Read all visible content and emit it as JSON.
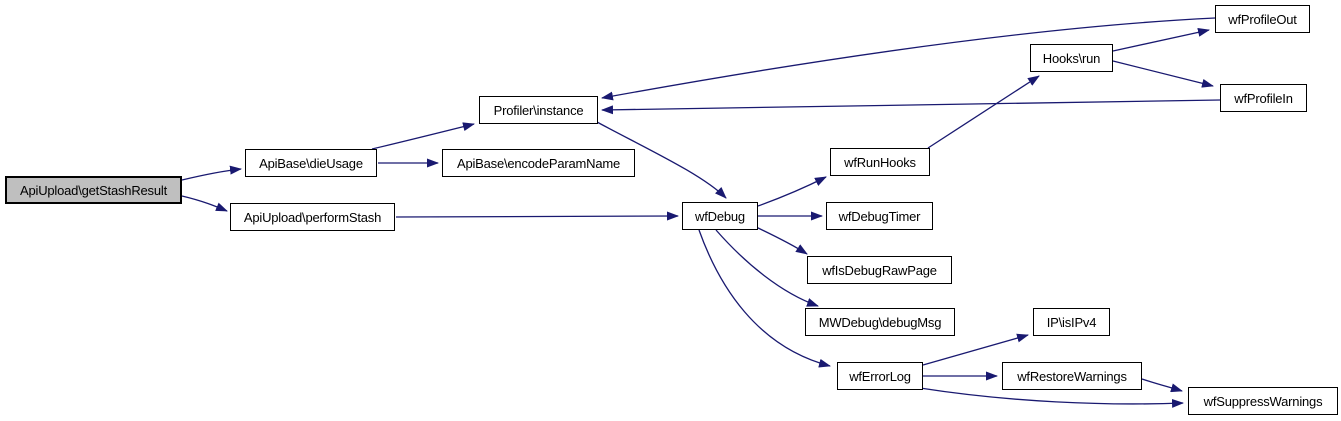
{
  "diagram": {
    "type": "call-graph",
    "root": "ApiUpload\\getStashResult",
    "colors": {
      "edge": "#191970",
      "node_fill": "#ffffff",
      "node_border": "#000000",
      "highlight_fill": "#bfbfbf",
      "background": "#ffffff"
    },
    "nodes": [
      {
        "id": "getStashResult",
        "label": "ApiUpload\\getStashResult",
        "highlighted": true
      },
      {
        "id": "dieUsage",
        "label": "ApiBase\\dieUsage",
        "highlighted": false
      },
      {
        "id": "performStash",
        "label": "ApiUpload\\performStash",
        "highlighted": false
      },
      {
        "id": "profilerInstance",
        "label": "Profiler\\instance",
        "highlighted": false
      },
      {
        "id": "encodeParamName",
        "label": "ApiBase\\encodeParamName",
        "highlighted": false
      },
      {
        "id": "wfDebug",
        "label": "wfDebug",
        "highlighted": false
      },
      {
        "id": "wfRunHooks",
        "label": "wfRunHooks",
        "highlighted": false
      },
      {
        "id": "wfDebugTimer",
        "label": "wfDebugTimer",
        "highlighted": false
      },
      {
        "id": "wfIsDebugRawPage",
        "label": "wfIsDebugRawPage",
        "highlighted": false
      },
      {
        "id": "mwDebugMsg",
        "label": "MWDebug\\debugMsg",
        "highlighted": false
      },
      {
        "id": "wfErrorLog",
        "label": "wfErrorLog",
        "highlighted": false
      },
      {
        "id": "hooksRun",
        "label": "Hooks\\run",
        "highlighted": false
      },
      {
        "id": "wfProfileOut",
        "label": "wfProfileOut",
        "highlighted": false
      },
      {
        "id": "wfProfileIn",
        "label": "wfProfileIn",
        "highlighted": false
      },
      {
        "id": "ipIsIPv4",
        "label": "IP\\isIPv4",
        "highlighted": false
      },
      {
        "id": "wfRestoreWarnings",
        "label": "wfRestoreWarnings",
        "highlighted": false
      },
      {
        "id": "wfSuppressWarnings",
        "label": "wfSuppressWarnings",
        "highlighted": false
      }
    ],
    "edges": [
      {
        "from": "ApiUpload\\getStashResult",
        "to": "ApiBase\\dieUsage"
      },
      {
        "from": "ApiUpload\\getStashResult",
        "to": "ApiUpload\\performStash"
      },
      {
        "from": "ApiBase\\dieUsage",
        "to": "Profiler\\instance"
      },
      {
        "from": "ApiBase\\dieUsage",
        "to": "ApiBase\\encodeParamName"
      },
      {
        "from": "ApiUpload\\performStash",
        "to": "wfDebug"
      },
      {
        "from": "Profiler\\instance",
        "to": "wfDebug"
      },
      {
        "from": "wfDebug",
        "to": "wfRunHooks"
      },
      {
        "from": "wfDebug",
        "to": "wfDebugTimer"
      },
      {
        "from": "wfDebug",
        "to": "wfIsDebugRawPage"
      },
      {
        "from": "wfDebug",
        "to": "MWDebug\\debugMsg"
      },
      {
        "from": "wfDebug",
        "to": "wfErrorLog"
      },
      {
        "from": "wfRunHooks",
        "to": "Hooks\\run"
      },
      {
        "from": "Hooks\\run",
        "to": "wfProfileOut"
      },
      {
        "from": "Hooks\\run",
        "to": "wfProfileIn"
      },
      {
        "from": "wfProfileOut",
        "to": "Profiler\\instance"
      },
      {
        "from": "wfProfileIn",
        "to": "Profiler\\instance"
      },
      {
        "from": "wfErrorLog",
        "to": "IP\\isIPv4"
      },
      {
        "from": "wfErrorLog",
        "to": "wfRestoreWarnings"
      },
      {
        "from": "wfErrorLog",
        "to": "wfSuppressWarnings"
      },
      {
        "from": "wfRestoreWarnings",
        "to": "wfSuppressWarnings"
      }
    ]
  }
}
